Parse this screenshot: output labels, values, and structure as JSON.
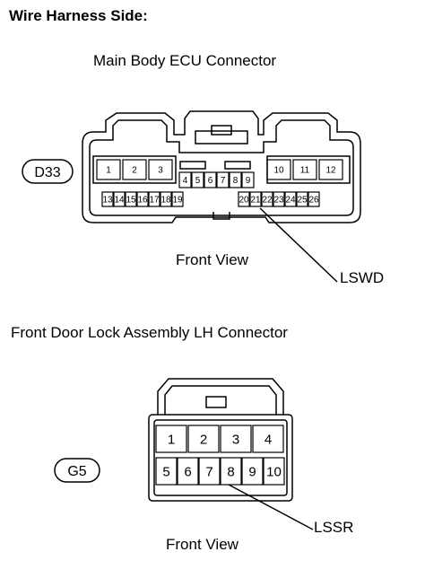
{
  "heading": "Wire Harness Side:",
  "connectors": [
    {
      "code": "D33",
      "title": "Main Body ECU Connector",
      "view_label": "Front View",
      "signal_label": "LSWD",
      "pins": [
        "1",
        "2",
        "3",
        "4",
        "5",
        "6",
        "7",
        "8",
        "9",
        "10",
        "11",
        "12",
        "13",
        "14",
        "15",
        "16",
        "17",
        "18",
        "19",
        "20",
        "21",
        "22",
        "23",
        "24",
        "25",
        "26"
      ]
    },
    {
      "code": "G5",
      "title": "Front Door Lock Assembly LH Connector",
      "view_label": "Front View",
      "signal_label": "LSSR",
      "pins": [
        "1",
        "2",
        "3",
        "4",
        "5",
        "6",
        "7",
        "8",
        "9",
        "10"
      ]
    }
  ]
}
